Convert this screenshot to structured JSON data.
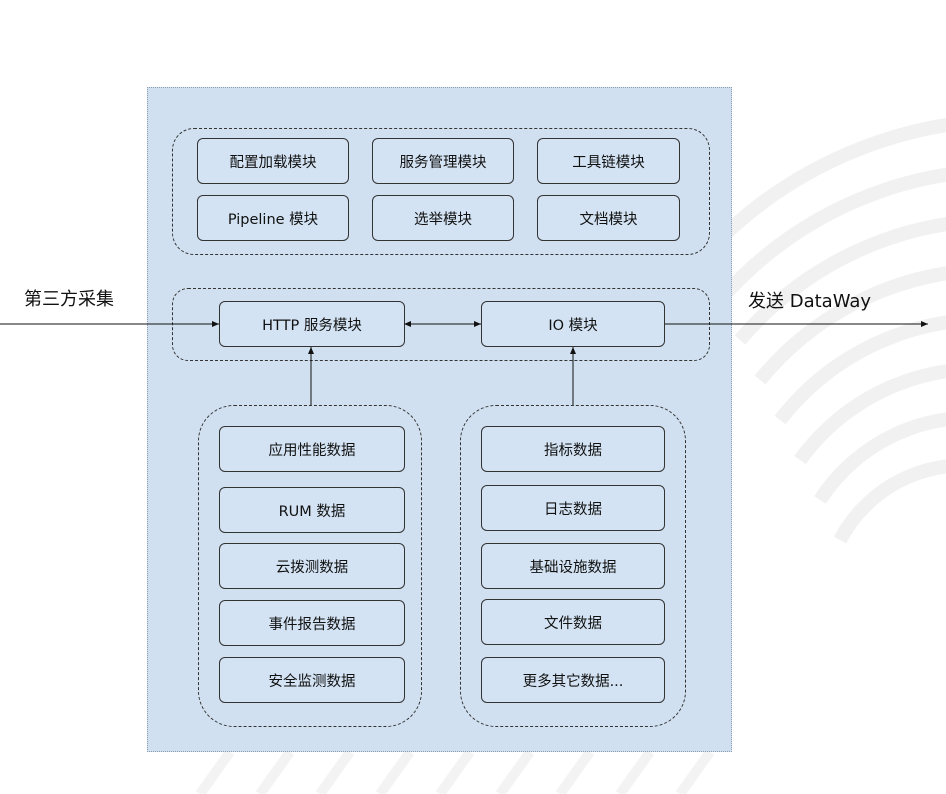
{
  "external": {
    "left_label": "第三方采集",
    "right_label": "发送 DataWay"
  },
  "top_group": {
    "modules": [
      "配置加载模块",
      "服务管理模块",
      "工具链模块",
      "Pipeline 模块",
      "选举模块",
      "文档模块"
    ]
  },
  "middle_group": {
    "http_module": "HTTP 服务模块",
    "io_module": "IO 模块"
  },
  "left_data_group": {
    "items": [
      "应用性能数据",
      "RUM 数据",
      "云拨测数据",
      "事件报告数据",
      "安全监测数据"
    ]
  },
  "right_data_group": {
    "items": [
      "指标数据",
      "日志数据",
      "基础设施数据",
      "文件数据",
      "更多其它数据..."
    ]
  }
}
